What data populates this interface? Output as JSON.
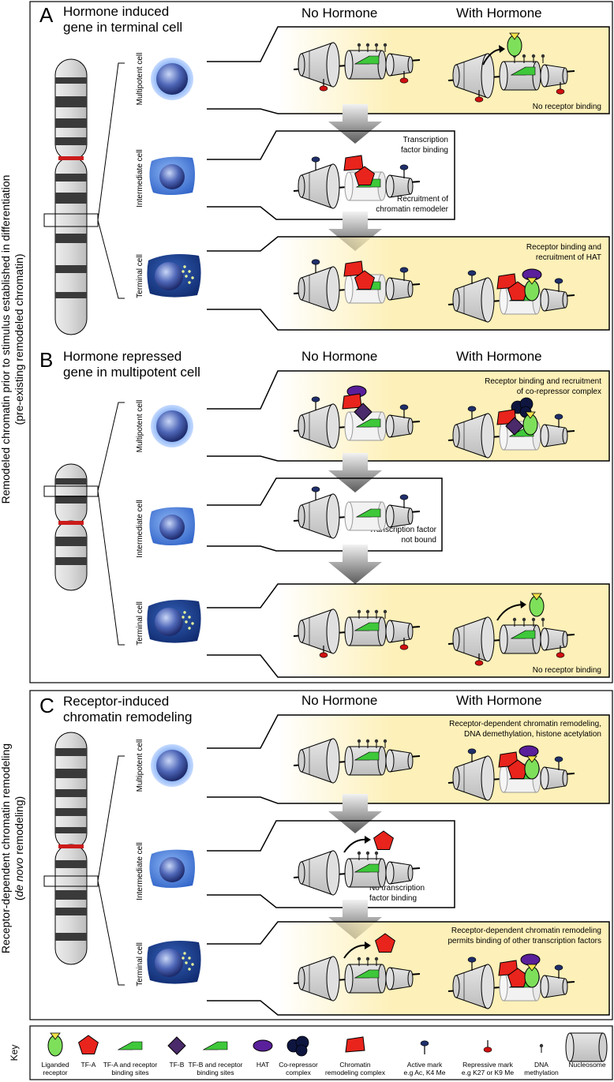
{
  "side_labels": {
    "top_line1": "Remodeled chromatin prior to stimulus established in differentiation",
    "top_line2": "(pre-existing remodeled chromatin)",
    "bottom_line1": "Receptor-dependent chromatin remodeling",
    "bottom_line2_pre": "(",
    "bottom_line2_it": "de novo",
    "bottom_line2_post": " remodeling)"
  },
  "columns": {
    "no_hormone": "No Hormone",
    "with_hormone": "With Hormone"
  },
  "cells": {
    "multipotent": "Multipotent cell",
    "intermediate": "Intermediate cell",
    "terminal": "Terminal cell"
  },
  "panels": {
    "A": {
      "letter": "A",
      "title_1": "Hormone induced",
      "title_2": "gene in terminal cell",
      "r1_note": "No receptor binding",
      "r2_note_a1": "Transcription",
      "r2_note_a2": "factor binding",
      "r2_note_b1": "Recruitment of",
      "r2_note_b2": "chromatin remodeler",
      "r3_note_1": "Receptor binding and",
      "r3_note_2": "recruitment of HAT"
    },
    "B": {
      "letter": "B",
      "title_1": "Hormone repressed",
      "title_2": "gene in multipotent cell",
      "r1_note_1": "Receptor binding and recruitment",
      "r1_note_2": "of co-repressor complex",
      "r2_note_1": "Transcription factor",
      "r2_note_2": "not bound",
      "r3_note": "No receptor binding"
    },
    "C": {
      "letter": "C",
      "title_1": "Receptor-induced",
      "title_2": "chromatin remodeling",
      "r1_note_1": "Receptor-dependent chromatin remodeling,",
      "r1_note_2": "DNA demethylation, histone acetylation",
      "r2_note_1": "No transcription",
      "r2_note_2": "factor binding",
      "r3_note_1": "Receptor-dependent chromatin remodeling",
      "r3_note_2": "permits binding of other transcription factors"
    }
  },
  "key": {
    "title": "Key",
    "items": [
      {
        "l1": "Liganded",
        "l2": "receptor"
      },
      {
        "l1": "TF-A",
        "l2": ""
      },
      {
        "l1": "TF-A and receptor",
        "l2": "binding sites"
      },
      {
        "l1": "TF-B",
        "l2": ""
      },
      {
        "l1": "TF-B and receptor",
        "l2": "binding sites"
      },
      {
        "l1": "HAT",
        "l2": ""
      },
      {
        "l1": "Co-repressor",
        "l2": "complex"
      },
      {
        "l1": "Chromatin",
        "l2": "remodeling complex"
      },
      {
        "l1": "Active mark",
        "l2": "e.g Ac, K4 Me"
      },
      {
        "l1": "Repressive mark",
        "l2": "e.g K27 or K9 Me"
      },
      {
        "l1": "DNA",
        "l2": "methylation"
      },
      {
        "l1": "Nucleosome",
        "l2": ""
      }
    ]
  },
  "colors": {
    "highlight": "#fdf0b8",
    "tf_a": "#e8241c",
    "receptor": "#7ee05a",
    "ligand": "#f2e24a",
    "tf_b": "#4a2a6a",
    "hat": "#5a1f9a",
    "corepressor": "#0e1640",
    "active_mark": "#1f2f6a",
    "repressive_mark": "#d01010",
    "nucleosome": "#d4d4d4",
    "chromosome_band": "#3a3a3a",
    "centromere": "#cc1b1b"
  }
}
